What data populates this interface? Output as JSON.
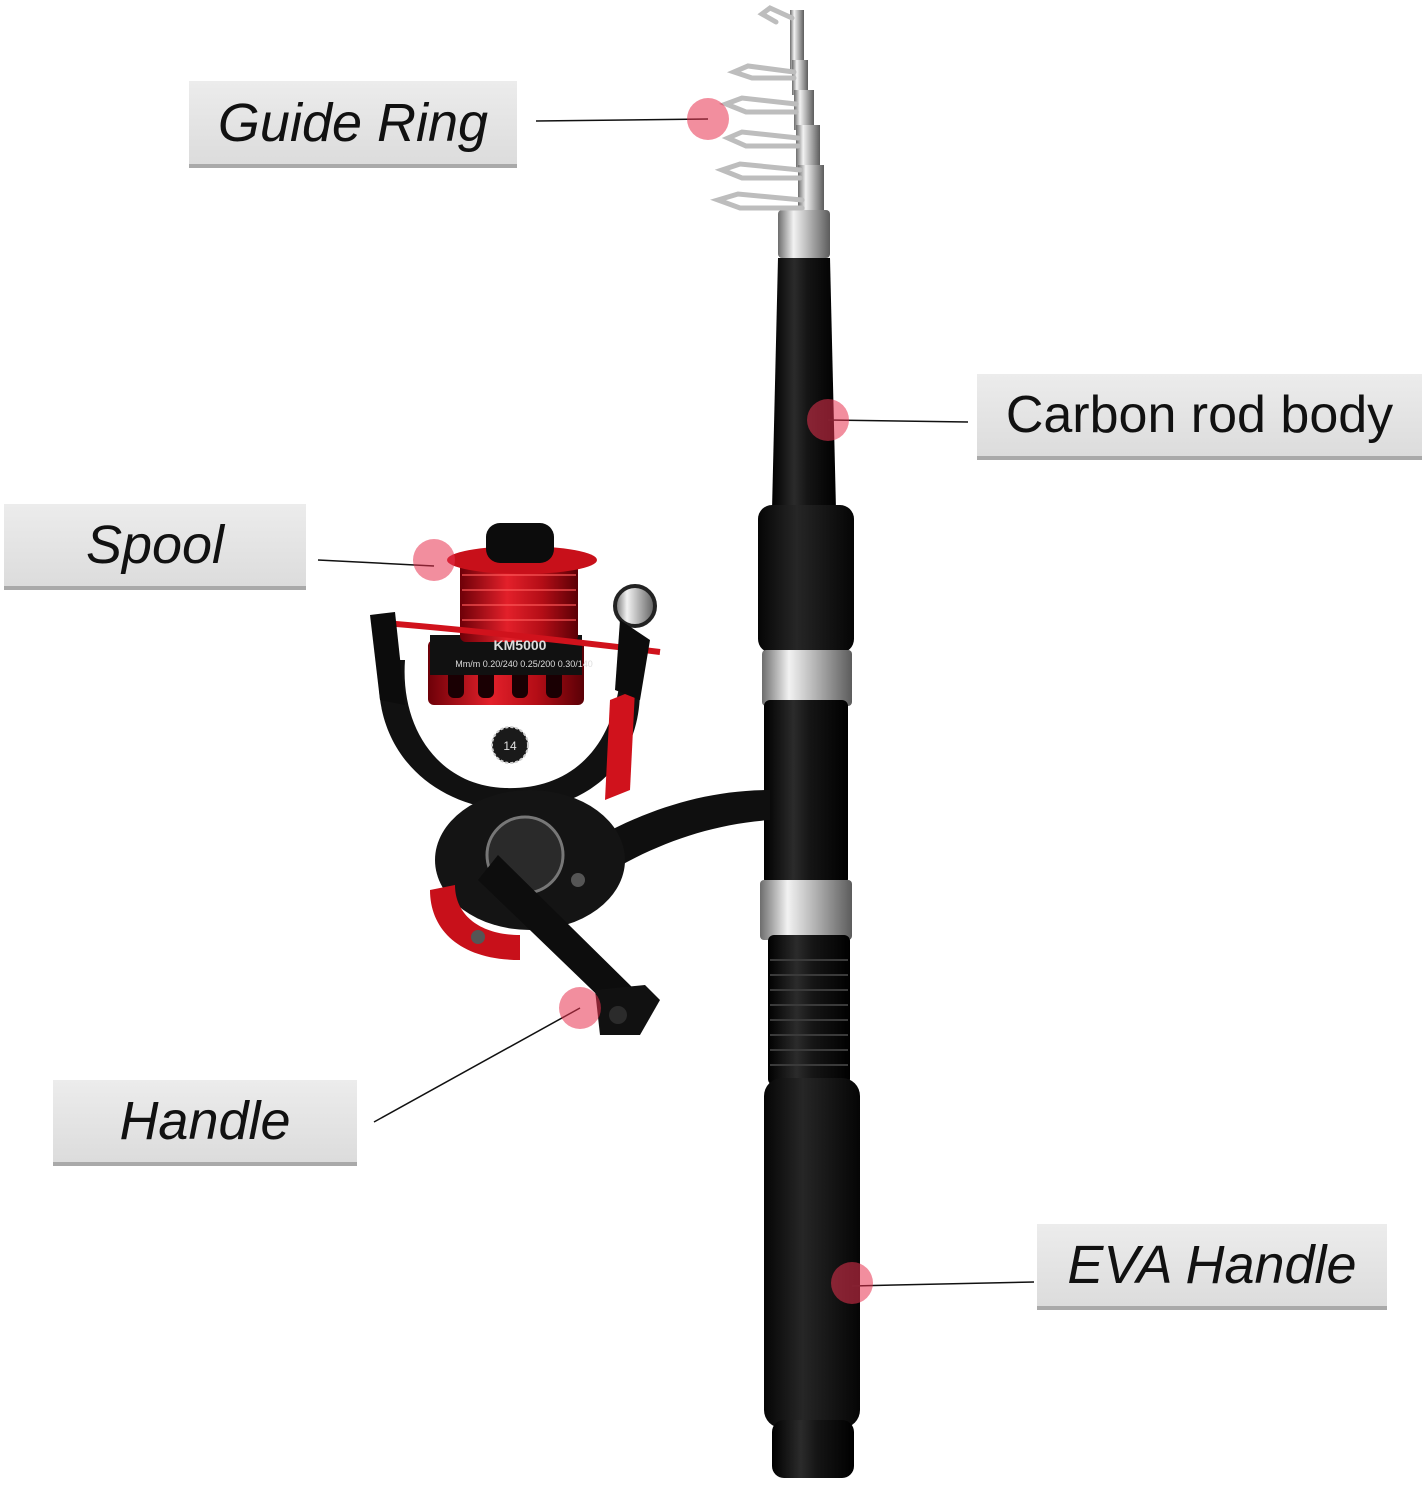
{
  "callouts": {
    "guide_ring": "Guide Ring",
    "carbon_rod_body": "Carbon rod body",
    "spool": "Spool",
    "handle": "Handle",
    "eva_handle": "EVA Handle"
  },
  "reel_markings": {
    "model": "KM5000",
    "line_capacity": "Mm/m 0.20/240 0.25/200 0.30/140",
    "gear_badge": "14"
  },
  "colors": {
    "label_bg": "#e3e3e3",
    "label_border": "#a9a9a9",
    "marker": "#e8324f",
    "reel_accent": "#d0121c",
    "rod_black": "#0d0d0d",
    "chrome": "#c9c9c9"
  }
}
